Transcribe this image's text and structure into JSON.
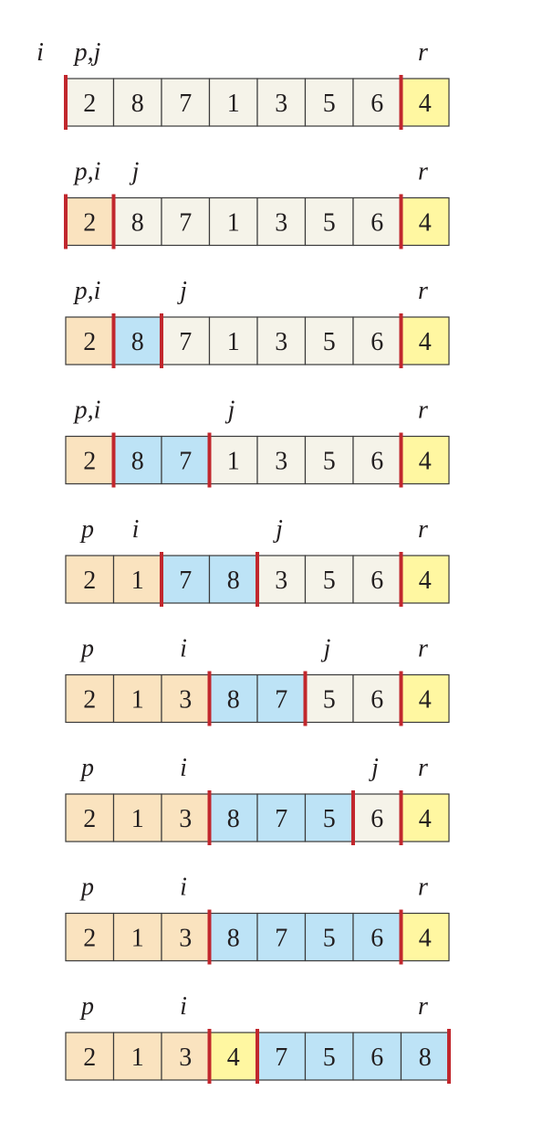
{
  "colors": {
    "unprocessed": "#f5f3e9",
    "low": "#fae3bf",
    "high": "#bde3f6",
    "pivot": "#fff7a1",
    "divider": "#c1272d",
    "border": "#3a3a3a",
    "text": "#231f20"
  },
  "rows": [
    {
      "values": [
        "2",
        "8",
        "7",
        "1",
        "3",
        "5",
        "6",
        "4"
      ],
      "states": [
        "unprocessed",
        "unprocessed",
        "unprocessed",
        "unprocessed",
        "unprocessed",
        "unprocessed",
        "unprocessed",
        "pivot"
      ],
      "dividers": [
        0,
        7
      ],
      "markers": [
        {
          "text": "i",
          "cell": -1
        },
        {
          "text": "p,j",
          "cell": 0
        },
        {
          "text": "r",
          "cell": 7
        }
      ]
    },
    {
      "values": [
        "2",
        "8",
        "7",
        "1",
        "3",
        "5",
        "6",
        "4"
      ],
      "states": [
        "low",
        "unprocessed",
        "unprocessed",
        "unprocessed",
        "unprocessed",
        "unprocessed",
        "unprocessed",
        "pivot"
      ],
      "dividers": [
        0,
        1,
        7
      ],
      "markers": [
        {
          "text": "p,i",
          "cell": 0
        },
        {
          "text": "j",
          "cell": 1
        },
        {
          "text": "r",
          "cell": 7
        }
      ]
    },
    {
      "values": [
        "2",
        "8",
        "7",
        "1",
        "3",
        "5",
        "6",
        "4"
      ],
      "states": [
        "low",
        "high",
        "unprocessed",
        "unprocessed",
        "unprocessed",
        "unprocessed",
        "unprocessed",
        "pivot"
      ],
      "dividers": [
        1,
        2,
        7
      ],
      "markers": [
        {
          "text": "p,i",
          "cell": 0
        },
        {
          "text": "j",
          "cell": 2
        },
        {
          "text": "r",
          "cell": 7
        }
      ]
    },
    {
      "values": [
        "2",
        "8",
        "7",
        "1",
        "3",
        "5",
        "6",
        "4"
      ],
      "states": [
        "low",
        "high",
        "high",
        "unprocessed",
        "unprocessed",
        "unprocessed",
        "unprocessed",
        "pivot"
      ],
      "dividers": [
        1,
        3,
        7
      ],
      "markers": [
        {
          "text": "p,i",
          "cell": 0
        },
        {
          "text": "j",
          "cell": 3
        },
        {
          "text": "r",
          "cell": 7
        }
      ]
    },
    {
      "values": [
        "2",
        "1",
        "7",
        "8",
        "3",
        "5",
        "6",
        "4"
      ],
      "states": [
        "low",
        "low",
        "high",
        "high",
        "unprocessed",
        "unprocessed",
        "unprocessed",
        "pivot"
      ],
      "dividers": [
        2,
        4,
        7
      ],
      "markers": [
        {
          "text": "p",
          "cell": 0
        },
        {
          "text": "i",
          "cell": 1
        },
        {
          "text": "j",
          "cell": 4
        },
        {
          "text": "r",
          "cell": 7
        }
      ]
    },
    {
      "values": [
        "2",
        "1",
        "3",
        "8",
        "7",
        "5",
        "6",
        "4"
      ],
      "states": [
        "low",
        "low",
        "low",
        "high",
        "high",
        "unprocessed",
        "unprocessed",
        "pivot"
      ],
      "dividers": [
        3,
        5,
        7
      ],
      "markers": [
        {
          "text": "p",
          "cell": 0
        },
        {
          "text": "i",
          "cell": 2
        },
        {
          "text": "j",
          "cell": 5
        },
        {
          "text": "r",
          "cell": 7
        }
      ]
    },
    {
      "values": [
        "2",
        "1",
        "3",
        "8",
        "7",
        "5",
        "6",
        "4"
      ],
      "states": [
        "low",
        "low",
        "low",
        "high",
        "high",
        "high",
        "unprocessed",
        "pivot"
      ],
      "dividers": [
        3,
        6,
        7
      ],
      "markers": [
        {
          "text": "p",
          "cell": 0
        },
        {
          "text": "i",
          "cell": 2
        },
        {
          "text": "j",
          "cell": 6
        },
        {
          "text": "r",
          "cell": 7
        }
      ]
    },
    {
      "values": [
        "2",
        "1",
        "3",
        "8",
        "7",
        "5",
        "6",
        "4"
      ],
      "states": [
        "low",
        "low",
        "low",
        "high",
        "high",
        "high",
        "high",
        "pivot"
      ],
      "dividers": [
        3,
        7
      ],
      "markers": [
        {
          "text": "p",
          "cell": 0
        },
        {
          "text": "i",
          "cell": 2
        },
        {
          "text": "r",
          "cell": 7
        }
      ]
    },
    {
      "values": [
        "2",
        "1",
        "3",
        "4",
        "7",
        "5",
        "6",
        "8"
      ],
      "states": [
        "low",
        "low",
        "low",
        "pivot",
        "high",
        "high",
        "high",
        "high"
      ],
      "dividers": [
        3,
        4,
        8
      ],
      "markers": [
        {
          "text": "p",
          "cell": 0
        },
        {
          "text": "i",
          "cell": 2
        },
        {
          "text": "r",
          "cell": 7
        }
      ]
    }
  ]
}
